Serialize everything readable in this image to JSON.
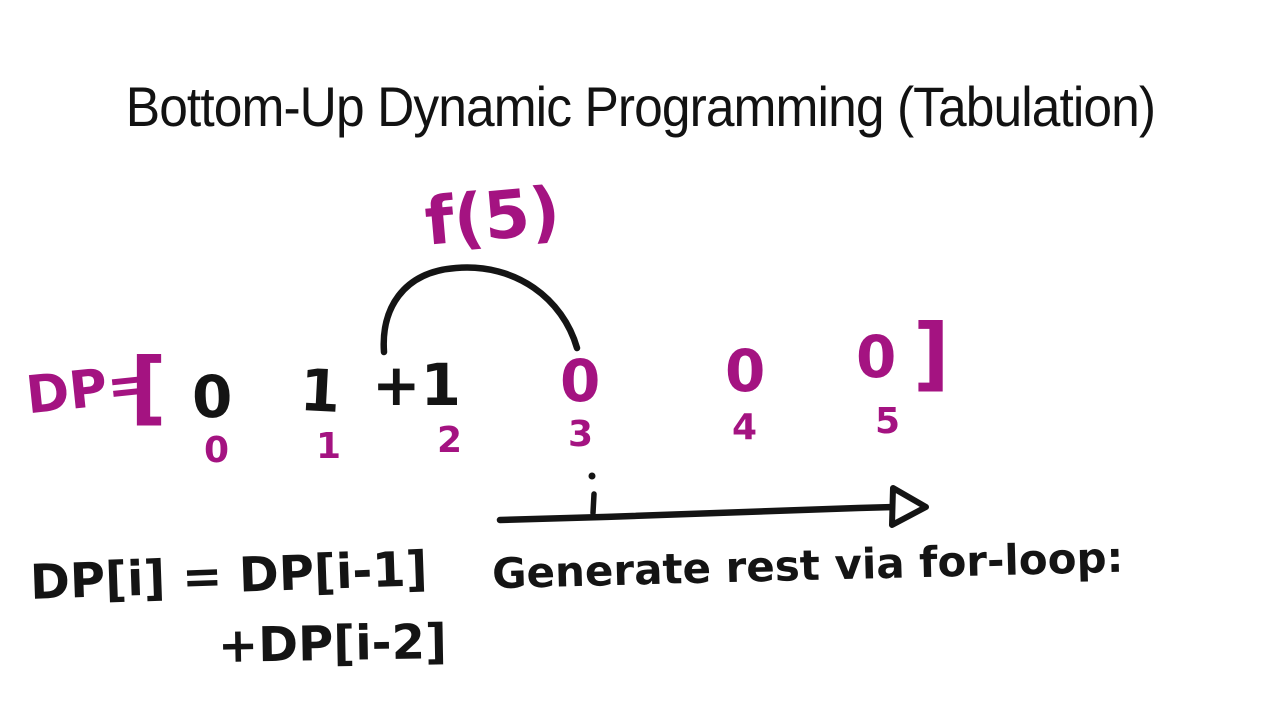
{
  "colors": {
    "background": "#ffffff",
    "ink": "#141414",
    "marker": "#a41381"
  },
  "title": "Bottom-Up Dynamic Programming (Tabulation)",
  "diagram": {
    "call_label": "f(5)",
    "array_label": "DP=",
    "open_bracket": "[",
    "close_bracket": "]",
    "cells": [
      {
        "value": "0",
        "index": "0",
        "ink": "black"
      },
      {
        "value": "1",
        "index": "1",
        "ink": "black"
      },
      {
        "value": "+1",
        "index": "2",
        "ink": "black"
      },
      {
        "value": "0",
        "index": "3",
        "ink": "magenta"
      },
      {
        "value": "0",
        "index": "4",
        "ink": "magenta"
      },
      {
        "value": "0",
        "index": "5",
        "ink": "magenta"
      }
    ],
    "arrow_caption": "Generate rest via for-loop:"
  },
  "formula": {
    "line1": "DP[i] = DP[i-1]",
    "line2": "+DP[i-2]"
  }
}
